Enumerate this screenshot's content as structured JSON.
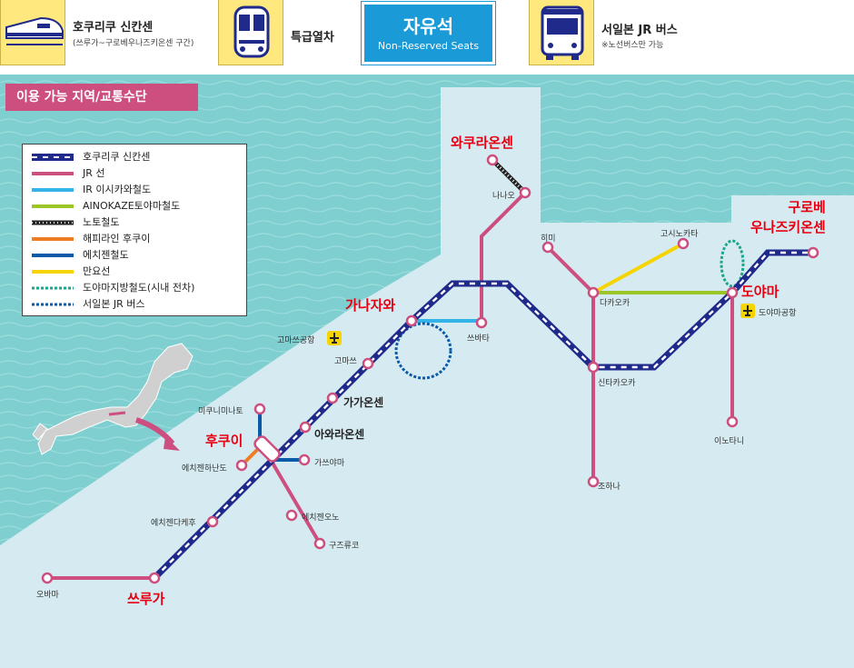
{
  "header": {
    "shinkansen_label": "호쿠리쿠 신칸센",
    "shinkansen_sub": "(쓰루가~구로베우나즈키온센 구간)",
    "express_label": "특급열차",
    "seat_title": "자유석",
    "seat_sub": "Non-Reserved Seats",
    "bus_label": "서일본 JR 버스",
    "bus_sub": "※노선버스만 가능",
    "icons": [
      "shinkansen-icon",
      "express-train-icon",
      "bus-icon"
    ]
  },
  "banner": "이용 가능 지역/교통수단",
  "legend": [
    {
      "label": "호쿠리쿠 신칸센",
      "style": "shinkansen",
      "color": "#1f2a8a"
    },
    {
      "label": "JR 선",
      "style": "solid",
      "color": "#cc4f80"
    },
    {
      "label": "IR 이시카와철도",
      "style": "solid",
      "color": "#33b4e8"
    },
    {
      "label": "AINOKAZE토야마철도",
      "style": "solid",
      "color": "#9cc628"
    },
    {
      "label": "노토철도",
      "style": "rail",
      "color": "#222222"
    },
    {
      "label": "해피라인 후쿠이",
      "style": "solid",
      "color": "#ee7d21"
    },
    {
      "label": "에치젠철도",
      "style": "solid",
      "color": "#0a5aa8"
    },
    {
      "label": "만요선",
      "style": "solid",
      "color": "#f5d400"
    },
    {
      "label": "도야마지방철도(시내 전차)",
      "style": "dotted",
      "color": "#1aa58c"
    },
    {
      "label": "서일본 JR 버스",
      "style": "dotted",
      "color": "#0a5aa8"
    }
  ],
  "stations": {
    "wakura": "와쿠라온센",
    "nanao": "나나오",
    "kurobe": "구로베\n우나즈키온센",
    "himi": "히미",
    "takaoka": "다카오카",
    "takaoka2": "고시노카타",
    "toyama": "도야마",
    "toyama_airport": "도야마공항",
    "kanazawa": "가나자와",
    "tsubata": "쓰바타",
    "komatsu_airport": "고마쓰공항",
    "komatsu": "고마쓰",
    "kagaonsen": "가가온센",
    "shintakaoka": "신타카오카",
    "josen": "조하나",
    "inotani": "이노타니",
    "mikuni": "미쿠니미나토",
    "awara": "아와라온센",
    "fukui": "후쿠이",
    "echizenhanando": "에치젠하난도",
    "katsuyama": "가쓰야마",
    "echizentakefu": "에치젠다케후",
    "echizenono": "에치젠오노",
    "kuzuryuko": "구즈류코",
    "obama": "오바마",
    "tsuruga": "쓰루가"
  }
}
